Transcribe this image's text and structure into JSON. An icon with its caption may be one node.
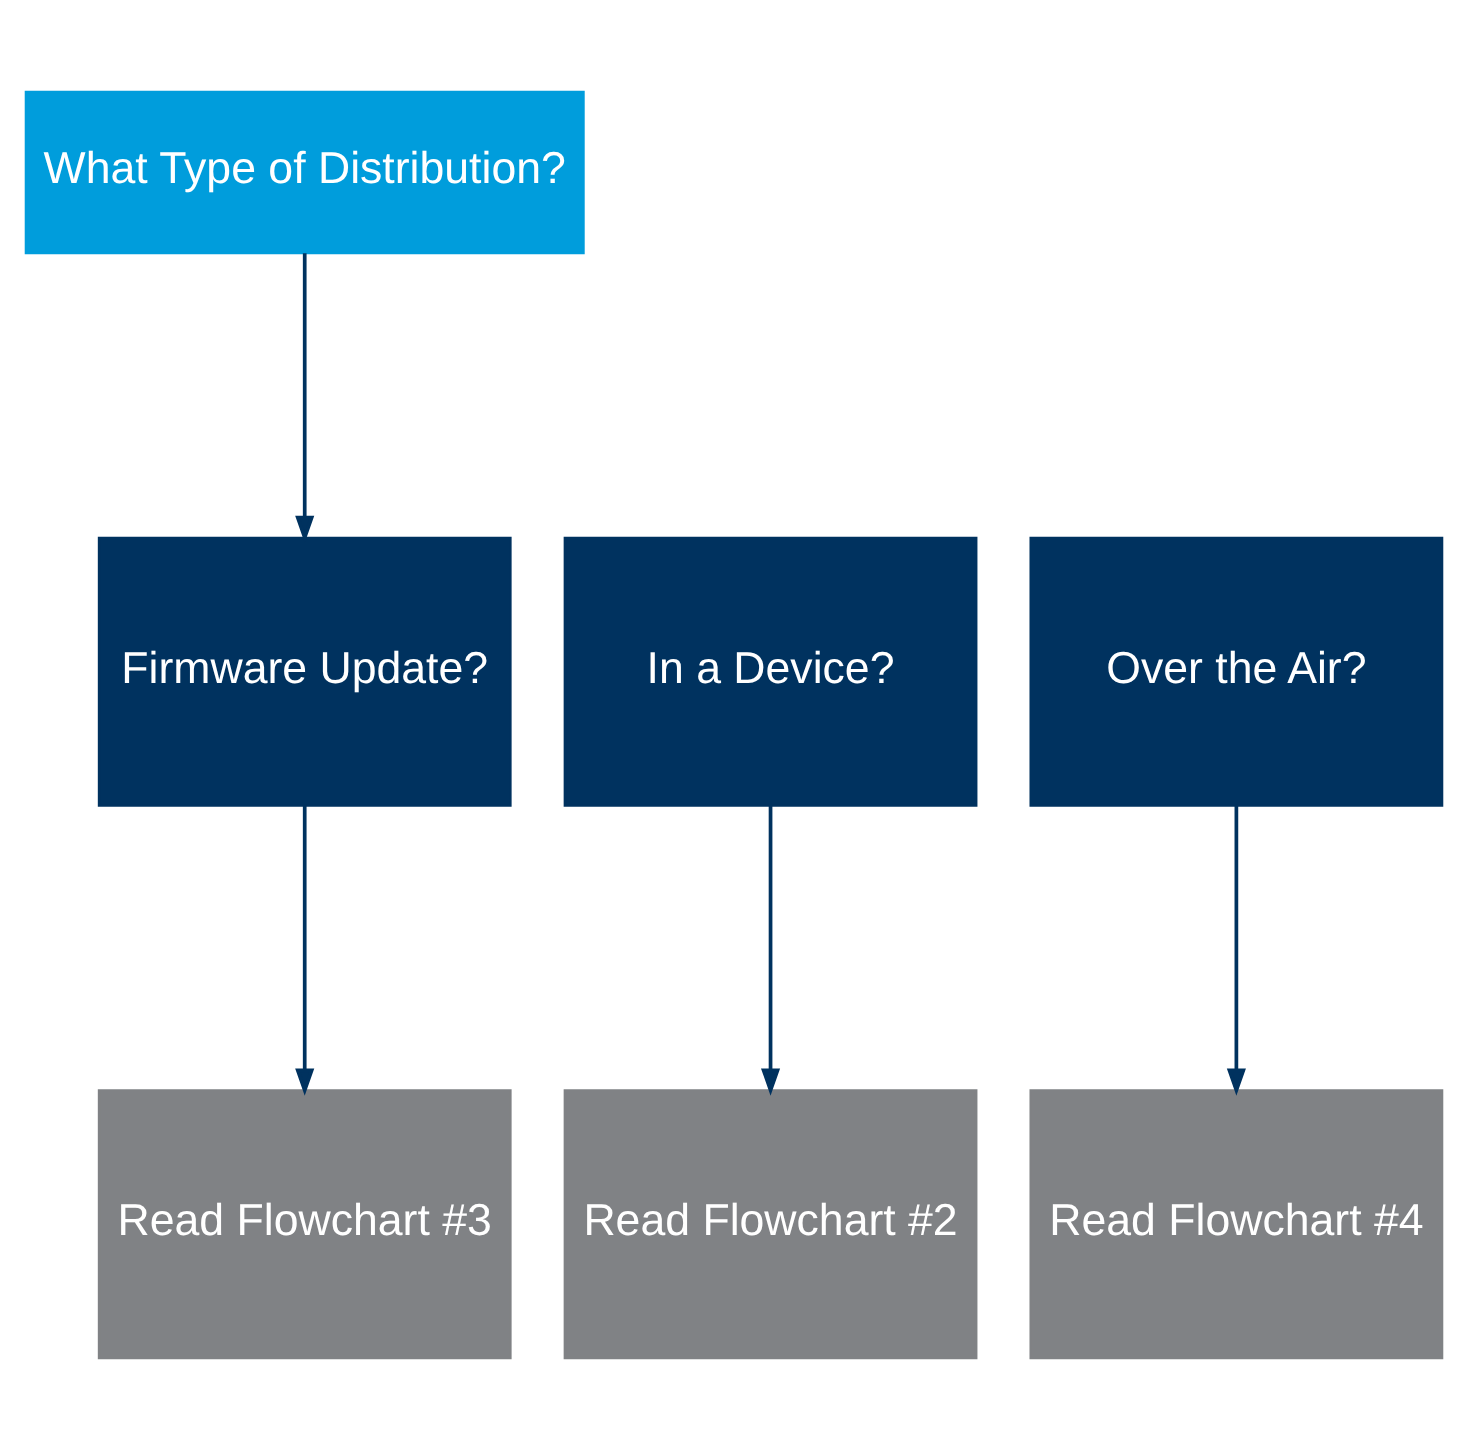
{
  "diagram": {
    "nodes": [
      {
        "text": [
          "What Type of Distribution?"
        ]
      },
      {
        "text": [
          "In a Device?"
        ]
      },
      {
        "text": [
          "Firmware Update?"
        ]
      },
      {
        "text": [
          "Over the Air?"
        ]
      },
      {
        "text": [
          "Read Flowchart #2"
        ]
      },
      {
        "text": [
          "Read Flowchart #3"
        ]
      },
      {
        "text": [
          "Read Flowchart #4"
        ]
      }
    ],
    "edges": [
      {
        "from": 0,
        "to": 2,
        "arrow": "to"
      },
      {
        "from": 1,
        "to": 4,
        "arrow": "to"
      },
      {
        "from": 2,
        "to": 5,
        "arrow": "to"
      },
      {
        "from": 3,
        "to": 6,
        "arrow": "to"
      }
    ]
  }
}
